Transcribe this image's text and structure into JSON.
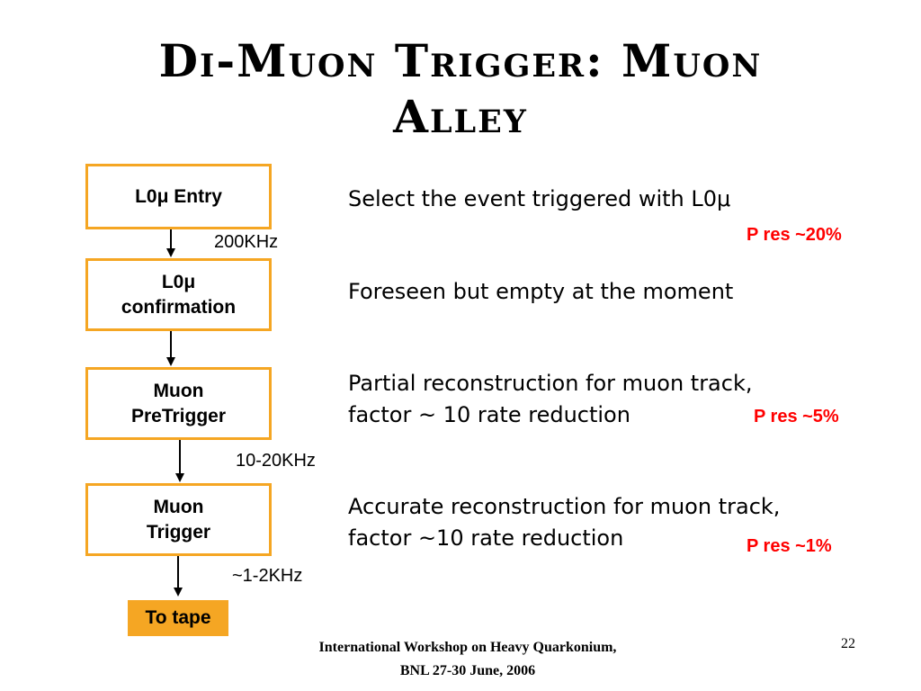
{
  "title": {
    "line1": "Di-Muon Trigger: Muon",
    "line2": "Alley"
  },
  "flow": {
    "boxes": [
      {
        "lines": [
          "L0μ Entry"
        ]
      },
      {
        "lines": [
          "L0μ",
          "confirmation"
        ]
      },
      {
        "lines": [
          "Muon",
          "PreTrigger"
        ]
      },
      {
        "lines": [
          "Muon",
          "Trigger"
        ]
      }
    ],
    "rates": [
      "200KHz",
      "10-20KHz",
      "~1-2KHz"
    ],
    "final_box": "To tape"
  },
  "descriptions": [
    {
      "lines": [
        "Select the event triggered with L0μ"
      ],
      "p_res": "P res ~20%"
    },
    {
      "lines": [
        "Foreseen but empty at the moment"
      ]
    },
    {
      "lines": [
        "Partial reconstruction for muon track,",
        "factor ~ 10 rate reduction"
      ],
      "p_res": "P res ~5%"
    },
    {
      "lines": [
        "Accurate reconstruction for muon track,",
        "factor ~10 rate reduction"
      ],
      "p_res": "P res ~1%"
    }
  ],
  "footer": {
    "line1": "International Workshop on Heavy Quarkonium,",
    "line2": "BNL 27-30 June, 2006"
  },
  "page_number": "22",
  "colors": {
    "box_border": "#f5a623",
    "final_box_fill": "#f5a623",
    "p_res_text": "#ff0000"
  }
}
